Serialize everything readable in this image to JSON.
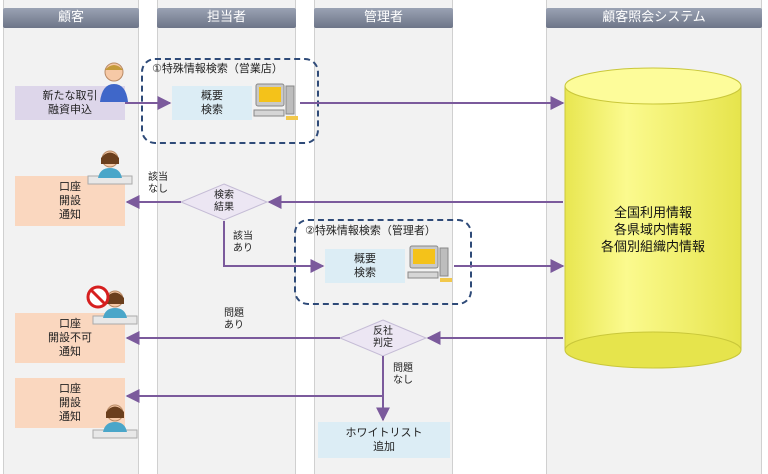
{
  "lanes": {
    "customer": "顧客",
    "staff": "担当者",
    "manager": "管理者",
    "system": "顧客照会システム"
  },
  "boxes": {
    "new_request": [
      "新たな取引",
      "融資申込"
    ],
    "summary_search_1": [
      "概要",
      "検索"
    ],
    "summary_search_2": [
      "概要",
      "検索"
    ],
    "open_notice_1": [
      "口座",
      "開設",
      "通知"
    ],
    "reject_notice": [
      "口座",
      "開設不可",
      "通知"
    ],
    "open_notice_2": [
      "口座",
      "開設",
      "通知"
    ],
    "whitelist": [
      "ホワイトリスト",
      "追加"
    ]
  },
  "groups": {
    "special_search_branch": "①特殊情報検索（営業店）",
    "special_search_manager": "②特殊情報検索（管理者）"
  },
  "decisions": {
    "search_result": [
      "検索",
      "結果"
    ],
    "antisocial_judgment": [
      "反社",
      "判定"
    ]
  },
  "edge_labels": {
    "no_match": [
      "該当",
      "なし"
    ],
    "match": [
      "該当",
      "あり"
    ],
    "problem": [
      "問題",
      "あり"
    ],
    "no_problem": [
      "問題",
      "なし"
    ]
  },
  "database": [
    "全国利用情報",
    "各県域内情報",
    "各個別組織内情報"
  ],
  "colors": {
    "header": "#7d8597",
    "arrow": "#7b5a9c",
    "database": "#f4f27a",
    "dashed_border": "#2e4a78"
  }
}
